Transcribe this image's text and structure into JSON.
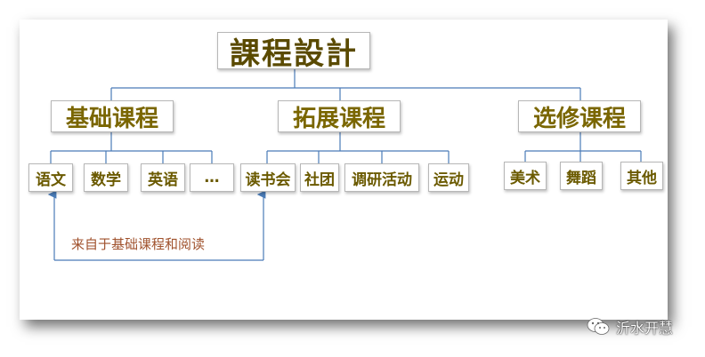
{
  "root": {
    "label": "課程設計"
  },
  "categories": [
    {
      "label": "基础课程"
    },
    {
      "label": "拓展课程"
    },
    {
      "label": "选修课程"
    }
  ],
  "basic_items": [
    "语文",
    "数学",
    "英语",
    "…"
  ],
  "extended_items": [
    "读书会",
    "社团",
    "调研活动",
    "运动"
  ],
  "elective_items": [
    "美术",
    "舞蹈",
    "其他"
  ],
  "note": "来自于基础课程和阅读",
  "watermark": {
    "text": "沂水开慧",
    "icon": "wechat-icon"
  },
  "colors": {
    "connector": "#4a7bb7",
    "text": "#6b5a00",
    "note": "#a0522d"
  }
}
